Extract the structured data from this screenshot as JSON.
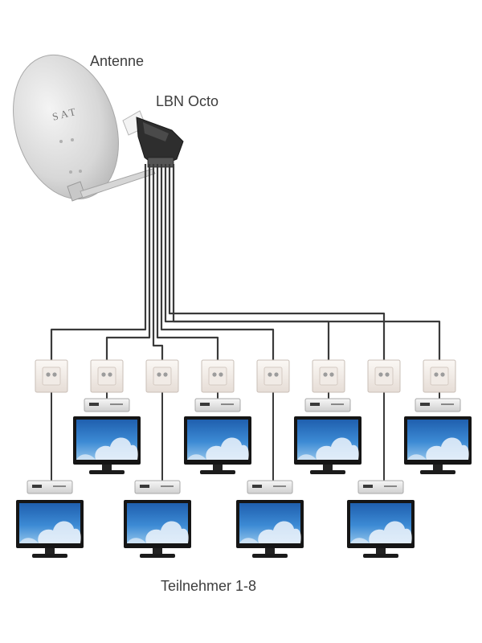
{
  "labels": {
    "antenna": "Antenne",
    "lnb": "LBN Octo",
    "dish_logo": "SAT",
    "participants": "Teilnehmer 1-8"
  },
  "participant_count": 8,
  "colors": {
    "cable": "#3a3a3a",
    "dish": "#dcdcdc",
    "lnb_body": "#2e2e2e",
    "socket": "#f1ebe6",
    "receiver": "#e9e9e9",
    "tv_frame": "#151515",
    "tv_sky": "#2f79c4",
    "text": "#3d3d3d"
  }
}
